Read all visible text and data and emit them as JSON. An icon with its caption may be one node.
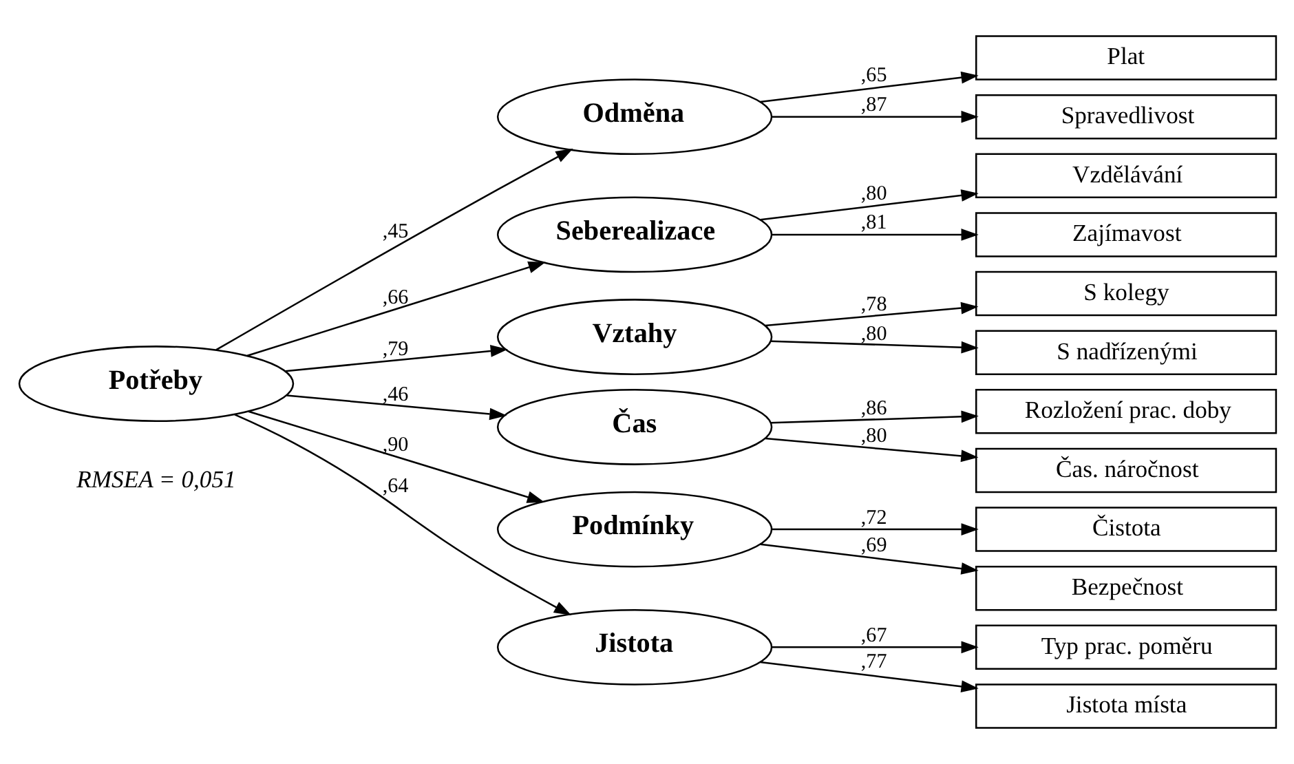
{
  "diagram": {
    "nodes": [
      {
        "text": [
          "Potřeby"
        ]
      },
      {
        "text": [
          "Odměna"
        ]
      },
      {
        "text": [
          "Seberealizace"
        ]
      },
      {
        "text": [
          "Vztahy"
        ]
      },
      {
        "text": [
          "Čas"
        ]
      },
      {
        "text": [
          "Podmínky"
        ]
      },
      {
        "text": [
          "Jistota"
        ]
      },
      {
        "text": [
          "Plat"
        ]
      },
      {
        "text": [
          "Spravedlivost"
        ]
      },
      {
        "text": [
          "Vzdělávání"
        ]
      },
      {
        "text": [
          "Zajímavost"
        ]
      },
      {
        "text": [
          "S kolegy"
        ]
      },
      {
        "text": [
          "S nadřízenými"
        ]
      },
      {
        "text": [
          "Rozložení prac. doby"
        ]
      },
      {
        "text": [
          "Čas. náročnost"
        ]
      },
      {
        "text": [
          "Čistota"
        ]
      },
      {
        "text": [
          "Bezpečnost"
        ]
      },
      {
        "text": [
          "Typ prac. poměru"
        ]
      },
      {
        "text": [
          "Jistota místa"
        ]
      }
    ],
    "edges": [
      {
        "from": 0,
        "to": 1,
        "arrow": "to",
        "label": ",45"
      },
      {
        "from": 0,
        "to": 2,
        "arrow": "to",
        "label": ",66"
      },
      {
        "from": 0,
        "to": 3,
        "arrow": "to",
        "label": ",79"
      },
      {
        "from": 0,
        "to": 4,
        "arrow": "to",
        "label": ",46"
      },
      {
        "from": 0,
        "to": 5,
        "arrow": "to",
        "label": ",90"
      },
      {
        "from": 0,
        "to": 6,
        "arrow": "to",
        "label": ",64"
      },
      {
        "from": 1,
        "to": 7,
        "arrow": "to",
        "label": ",65"
      },
      {
        "from": 1,
        "to": 8,
        "arrow": "to",
        "label": ",87"
      },
      {
        "from": 2,
        "to": 9,
        "arrow": "to",
        "label": ",80"
      },
      {
        "from": 2,
        "to": 10,
        "arrow": "to",
        "label": ",81"
      },
      {
        "from": 3,
        "to": 11,
        "arrow": "to",
        "label": ",78"
      },
      {
        "from": 3,
        "to": 12,
        "arrow": "to",
        "label": ",80"
      },
      {
        "from": 4,
        "to": 13,
        "arrow": "to",
        "label": ",86"
      },
      {
        "from": 4,
        "to": 14,
        "arrow": "to",
        "label": ",80"
      },
      {
        "from": 5,
        "to": 15,
        "arrow": "to",
        "label": ",72"
      },
      {
        "from": 5,
        "to": 16,
        "arrow": "to",
        "label": ",69"
      },
      {
        "from": 6,
        "to": 17,
        "arrow": "to",
        "label": ",67"
      },
      {
        "from": 6,
        "to": 18,
        "arrow": "to",
        "label": ",77"
      }
    ],
    "labels": [
      "RMSEA = 0,051"
    ]
  }
}
